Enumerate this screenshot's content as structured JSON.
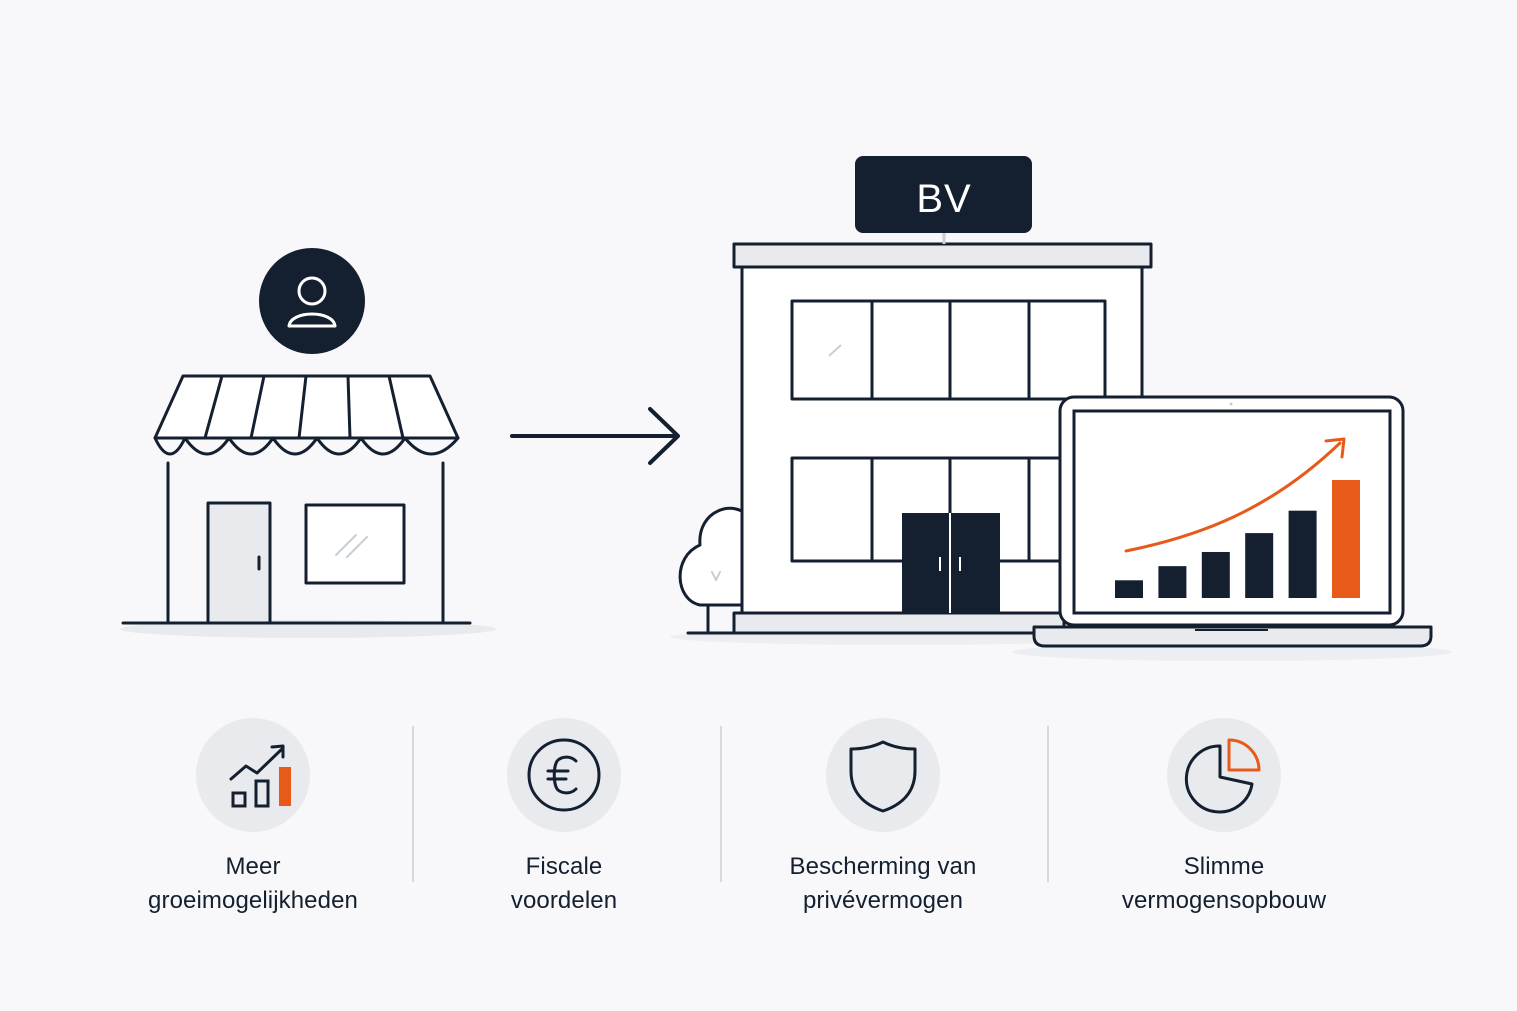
{
  "sign": {
    "label": "BV"
  },
  "colors": {
    "navy": "#14202f",
    "orange": "#e85a1a",
    "light": "#e8eaee",
    "background": "#f8f8fa"
  },
  "icons": {
    "owner": "person-icon",
    "from": "storefront-icon",
    "transition": "arrow-right-icon",
    "to": "office-building-icon",
    "device": "laptop-growth-chart-icon"
  },
  "laptop_chart": {
    "bar_levels": [
      0.15,
      0.27,
      0.39,
      0.55,
      0.74,
      1.0
    ],
    "highlight_index": 5
  },
  "benefits": [
    {
      "icon": "growth-chart-icon",
      "line1": "Meer",
      "line2": "groeimogelijkheden"
    },
    {
      "icon": "euro-icon",
      "line1": "Fiscale",
      "line2": "voordelen"
    },
    {
      "icon": "shield-icon",
      "line1": "Bescherming van",
      "line2": "privévermogen"
    },
    {
      "icon": "pie-chart-icon",
      "line1": "Slimme",
      "line2": "vermogensopbouw"
    }
  ]
}
